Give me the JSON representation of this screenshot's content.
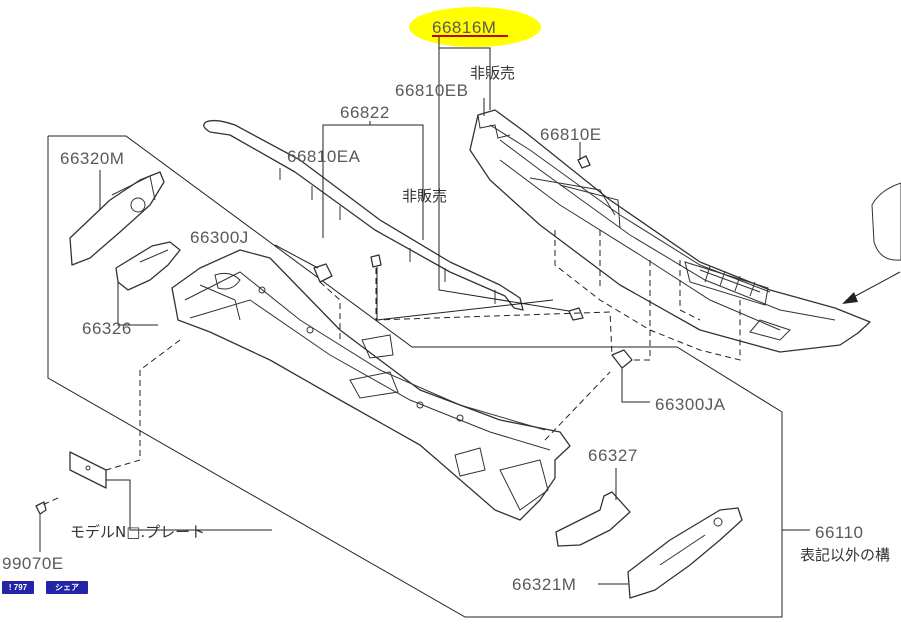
{
  "highlight_color": "#ffff00",
  "labels": {
    "p66816M": "66816M",
    "hibaibai_1": "非販売",
    "p66810EB": "66810EB",
    "p66822": "66822",
    "p66810E": "66810E",
    "p66320M": "66320M",
    "p66810EA": "66810EA",
    "hibaibai_2": "非販売",
    "p66300J": "66300J",
    "p66326": "66326",
    "p66300JA": "66300JA",
    "p66327": "66327",
    "p66110": "66110",
    "hyoki": "表記以外の構",
    "model_plate": "モデルN□.プレート",
    "p99070E": "99070E",
    "p66321M": "66321M"
  },
  "badges": {
    "count": "! 797",
    "share": "シェア"
  }
}
